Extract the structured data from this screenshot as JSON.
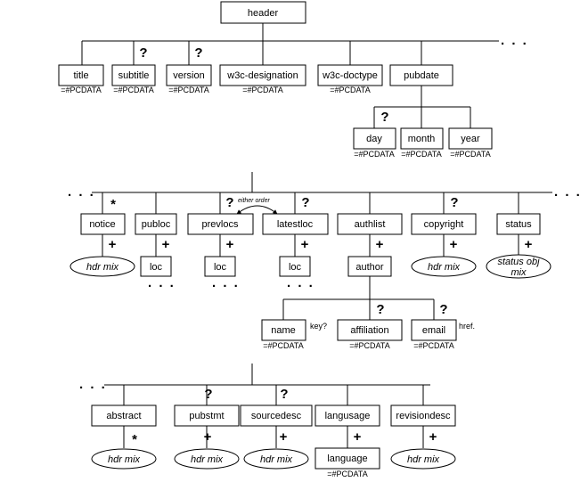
{
  "pcdata": "=#PCDATA",
  "ellipsis": ". . .",
  "q": "?",
  "star": "*",
  "plus": "+",
  "nodes": {
    "header": "header",
    "title": "title",
    "subtitle": "subtitle",
    "version": "version",
    "w3c_designation": "w3c-designation",
    "w3c_doctype": "w3c-doctype",
    "pubdate": "pubdate",
    "day": "day",
    "month": "month",
    "year": "year",
    "notice": "notice",
    "publoc": "publoc",
    "prevlocs": "prevlocs",
    "latestloc": "latestloc",
    "authlist": "authlist",
    "copyright": "copyright",
    "status": "status",
    "loc": "loc",
    "author": "author",
    "name": "name",
    "affiliation": "affiliation",
    "email": "email",
    "abstract": "abstract",
    "pubstmt": "pubstmt",
    "sourcedesc": "sourcedesc",
    "langusage": "langusage",
    "revisiondesc": "revisiondesc",
    "language": "language"
  },
  "ellipses": {
    "hdr_mix": "hdr mix",
    "status_obj_mix_line1": "status obj",
    "status_obj_mix_line2": "mix"
  },
  "notes": {
    "either_order": "either order",
    "key": "key?",
    "href": "href."
  }
}
